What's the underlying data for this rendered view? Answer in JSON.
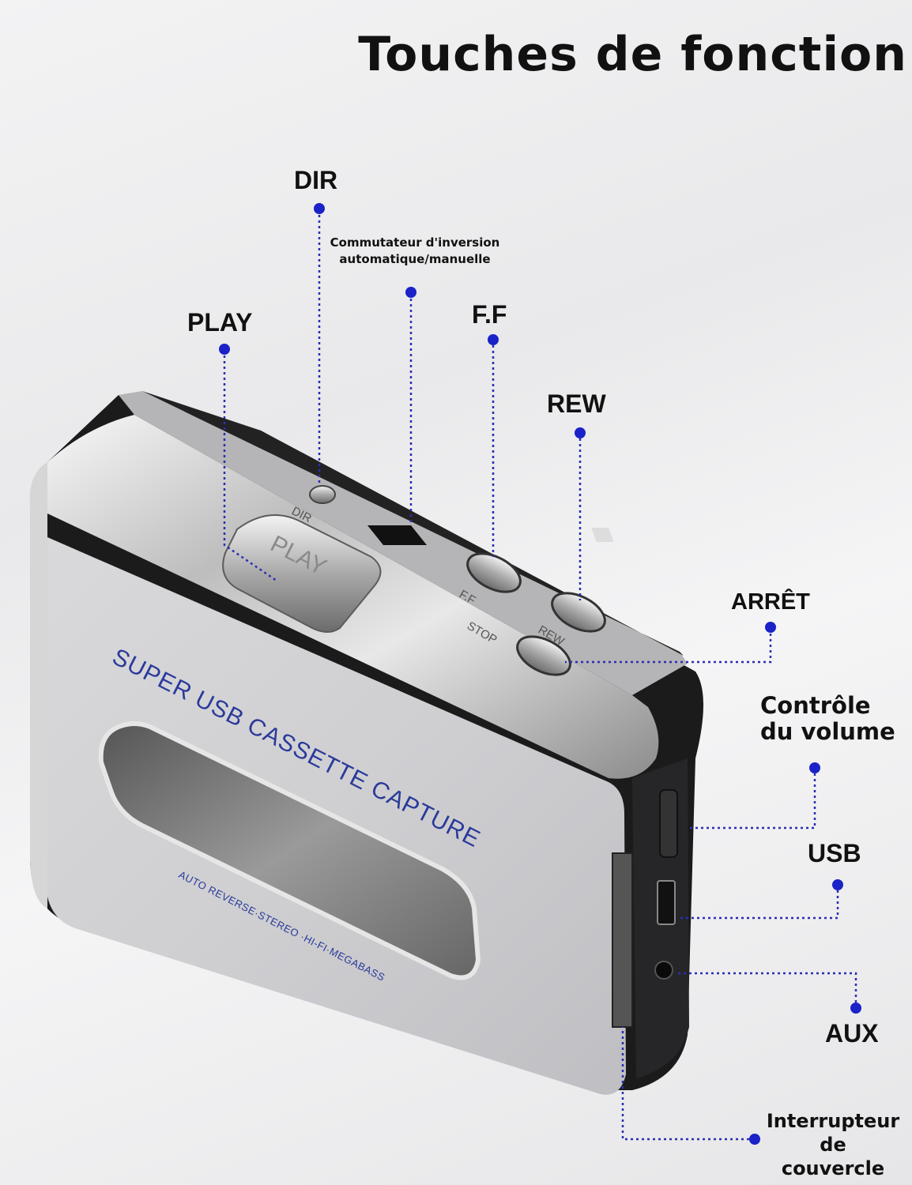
{
  "title": "Touches de fonction",
  "labels": {
    "dir": "DIR",
    "switch_line1": "Commutateur d'inversion",
    "switch_line2": "automatique/manuelle",
    "play": "PLAY",
    "ff": "F.F",
    "rew": "REW",
    "stop": "ARRÊT",
    "volume_line1": "Contrôle",
    "volume_line2": "du volume",
    "usb": "USB",
    "aux": "AUX",
    "cover_line1": "Interrupteur",
    "cover_line2": "de",
    "cover_line3": "couvercle"
  },
  "device": {
    "brand_text": "SUPER USB CASSETTE CAPTURE",
    "sub_text": "AUTO REVERSE·STEREO ·HI-FI·MEGABASS",
    "button_play": "PLAY",
    "button_dir": "DIR",
    "button_ff": "F.F",
    "button_stop": "STOP",
    "button_rew": "REW"
  },
  "colors": {
    "dot": "#1a22c8",
    "leader": "#2a2fb0",
    "device_print": "#2a3a9a"
  }
}
